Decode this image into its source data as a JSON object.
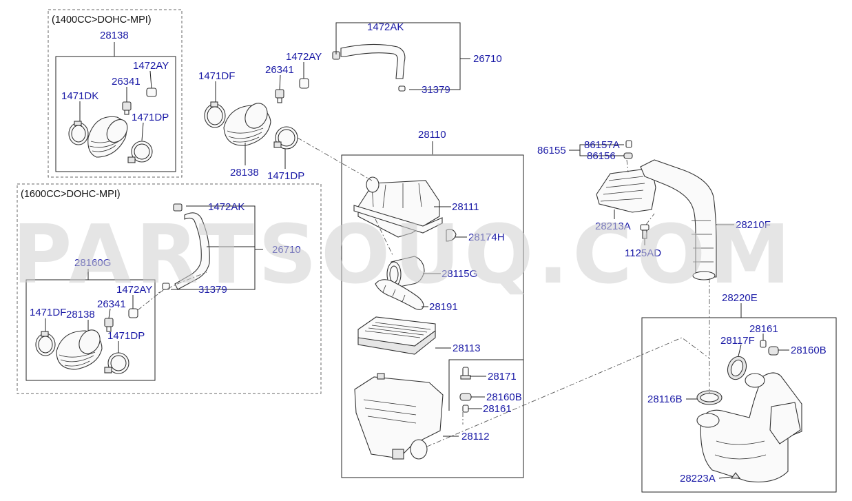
{
  "watermark": "PARTSOUQ.COM",
  "groups": {
    "g1400": "(1400CC>DOHC-MPI)",
    "g1600": "(1600CC>DOHC-MPI)"
  },
  "labels": {
    "a28138": "28138",
    "a1472AY": "1472AY",
    "a26341": "26341",
    "a1471DK": "1471DK",
    "a1471DP": "1471DP",
    "b1471DF": "1471DF",
    "b26341": "26341",
    "b1472AY": "1472AY",
    "b1472AK": "1472AK",
    "b26710": "26710",
    "b31379": "31379",
    "b28138": "28138",
    "b1471DP": "1471DP",
    "c1472AK": "1472AK",
    "c26710": "26710",
    "c31379": "31379",
    "c28160G": "28160G",
    "c1472AY": "1472AY",
    "c26341": "26341",
    "c1471DF": "1471DF",
    "c28138": "28138",
    "c1471DP": "1471DP",
    "d28110": "28110",
    "d28111": "28111",
    "d28174H": "28174H",
    "d28115G": "28115G",
    "d28191": "28191",
    "d28113": "28113",
    "d28171": "28171",
    "d28160B": "28160B",
    "d28161": "28161",
    "d28112": "28112",
    "e86155": "86155",
    "e86157A": "86157A",
    "e86156": "86156",
    "e28213A": "28213A",
    "e1125AD": "1125AD",
    "e28210F": "28210F",
    "f28220E": "28220E",
    "f28161": "28161",
    "f28117F": "28117F",
    "f28160B": "28160B",
    "f28116B": "28116B",
    "f28223A": "28223A"
  }
}
